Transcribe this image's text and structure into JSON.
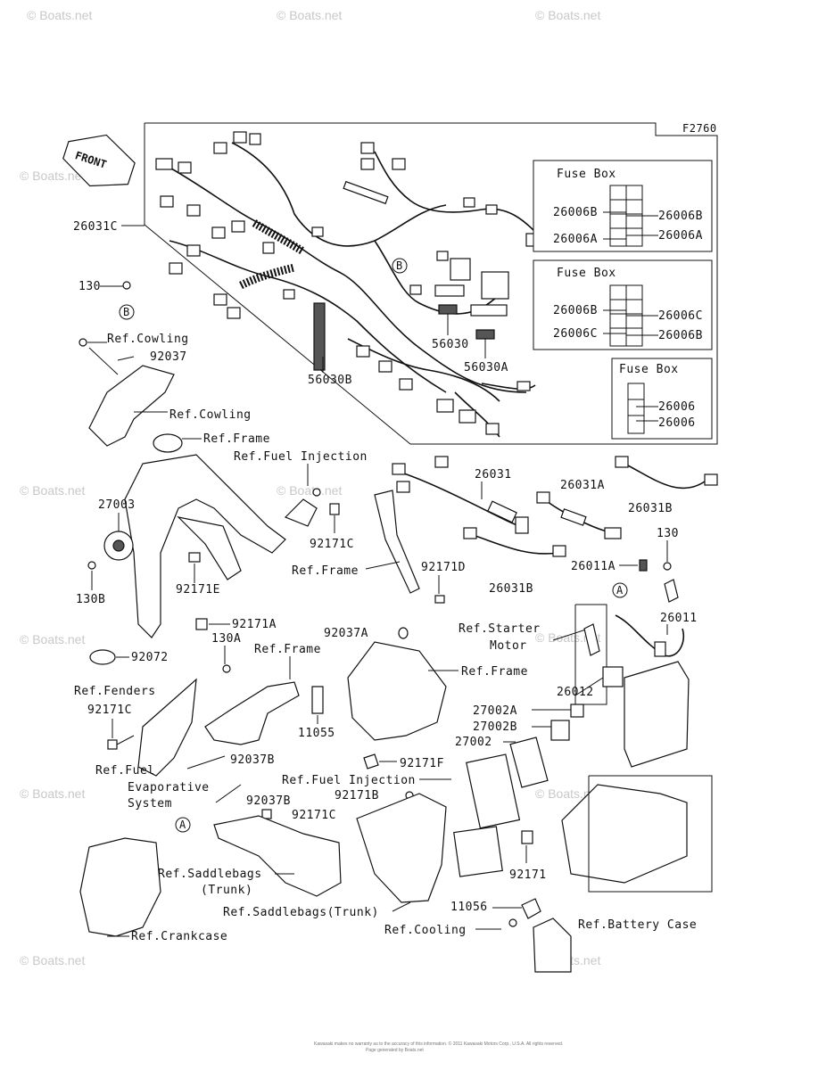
{
  "figure_code": "F2760",
  "watermark": "© Boats.net",
  "front_arrow": "FRONT",
  "fuse_boxes": [
    {
      "title": "Fuse Box",
      "left": [
        "26006B",
        "26006A"
      ],
      "right": [
        "26006B",
        "26006A"
      ]
    },
    {
      "title": "Fuse Box",
      "left": [
        "26006B",
        "26006C"
      ],
      "right": [
        "26006C",
        "26006B"
      ]
    },
    {
      "title": "Fuse Box",
      "left": [],
      "right": [
        "26006",
        "26006"
      ]
    }
  ],
  "callouts": {
    "c1": "B",
    "c2": "B",
    "c3": "A",
    "c4": "A"
  },
  "labels": {
    "p26031C": "26031C",
    "p130": "130",
    "p56030B": "56030B",
    "p56030": "56030",
    "p56030A": "56030A",
    "cowling1": "Ref.Cowling",
    "p92037": "92037",
    "cowling2": "Ref.Cowling",
    "frame1": "Ref.Frame",
    "fuel1": "Ref.Fuel Injection",
    "p27003": "27003",
    "p92171C_a": "92171C",
    "frame2": "Ref.Frame",
    "p92171D": "92171D",
    "p130B": "130B",
    "p92171E": "92171E",
    "p26031": "26031",
    "p26031A": "26031A",
    "p26031B_a": "26031B",
    "p26031B_b": "26031B",
    "p130_b": "130",
    "p26011A": "26011A",
    "p26011": "26011",
    "p92171A": "92171A",
    "p92072": "92072",
    "p130A": "130A",
    "frame3": "Ref.Frame",
    "p92037A": "92037A",
    "frame4": "Ref.Frame",
    "starter1": "Ref.Starter",
    "starter2": "Motor",
    "fenders": "Ref.Fenders",
    "p92171C_b": "92171C",
    "p11055": "11055",
    "p26012": "26012",
    "p27002A": "27002A",
    "p27002B": "27002B",
    "p27002": "27002",
    "evap1": "Ref.Fuel",
    "evap2": "Evaporative",
    "evap3": "System",
    "p92037B_a": "92037B",
    "p92171F": "92171F",
    "fuel2": "Ref.Fuel Injection",
    "p92171B": "92171B",
    "p92037B_b": "92037B",
    "p92171C_c": "92171C",
    "saddle1a": "Ref.Saddlebags",
    "saddle1b": "(Trunk)",
    "saddle2": "Ref.Saddlebags(Trunk)",
    "p92171": "92171",
    "p11056": "11056",
    "battery": "Ref.Battery Case",
    "cooling": "Ref.Cooling",
    "crankcase": "Ref.Crankcase"
  },
  "footer": {
    "line1": "Kawasaki makes no warranty as to the accuracy of this information. © 2011 Kawasaki Motors Corp., U.S.A. All rights reserved.",
    "line2": "Page generated by Boats.net"
  }
}
